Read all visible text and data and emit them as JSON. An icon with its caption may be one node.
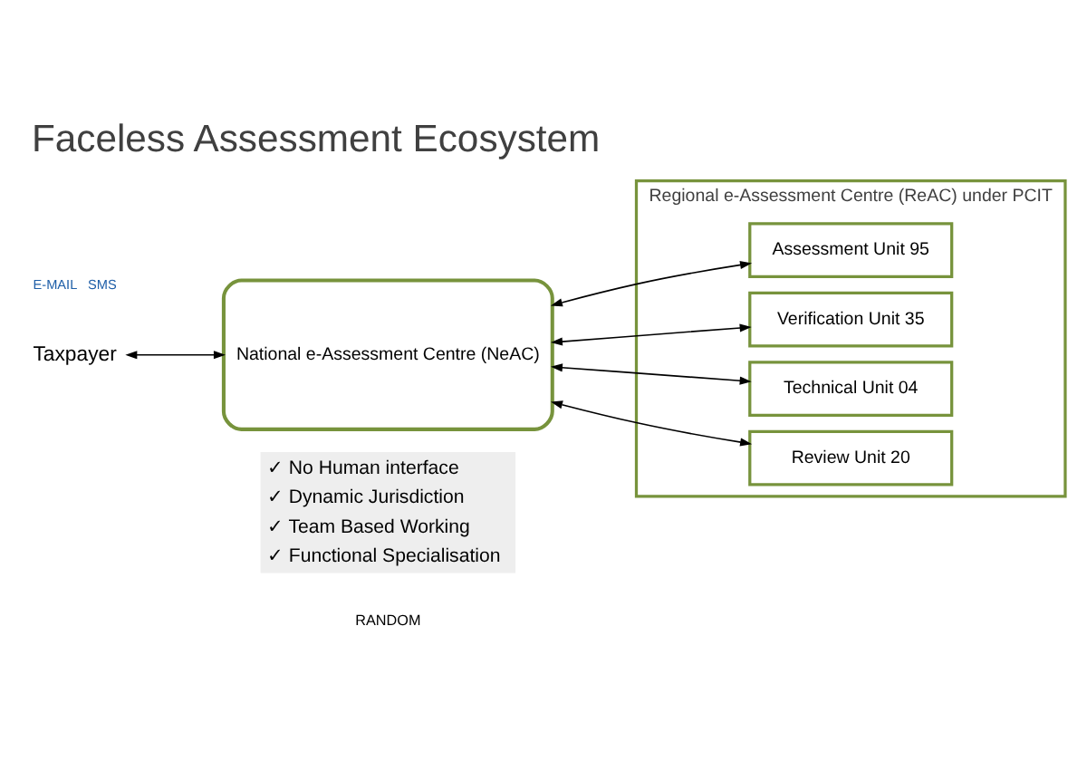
{
  "diagram": {
    "title": "Faceless Assessment Ecosystem",
    "nodes": [
      {
        "text": [
          "Taxpayer"
        ]
      },
      {
        "text": [
          "National e-Assessment Centre (NeAC)"
        ]
      },
      {
        "text": [
          "Regional e-Assessment Centre (ReAC) under PCIT"
        ]
      },
      {
        "text": [
          "Assessment Unit 95"
        ],
        "in": 2
      },
      {
        "text": [
          "Verification Unit 35"
        ],
        "in": 2
      },
      {
        "text": [
          "Technical Unit 04"
        ],
        "in": 2
      },
      {
        "text": [
          "Review Unit 20"
        ],
        "in": 2
      }
    ],
    "edges": [
      {
        "from": 0,
        "to": 1,
        "arrow": "both"
      },
      {
        "from": 1,
        "to": 3,
        "arrow": "both"
      },
      {
        "from": 1,
        "to": 4,
        "arrow": "both"
      },
      {
        "from": 1,
        "to": 5,
        "arrow": "both"
      },
      {
        "from": 1,
        "to": 6,
        "arrow": "both"
      }
    ],
    "labels": [
      "E-MAIL",
      "SMS",
      "RANDOM",
      "✓ No Human interface",
      "✓ Dynamic Jurisdiction",
      "✓ Team Based Working",
      "✓ Functional Specialisation"
    ]
  }
}
